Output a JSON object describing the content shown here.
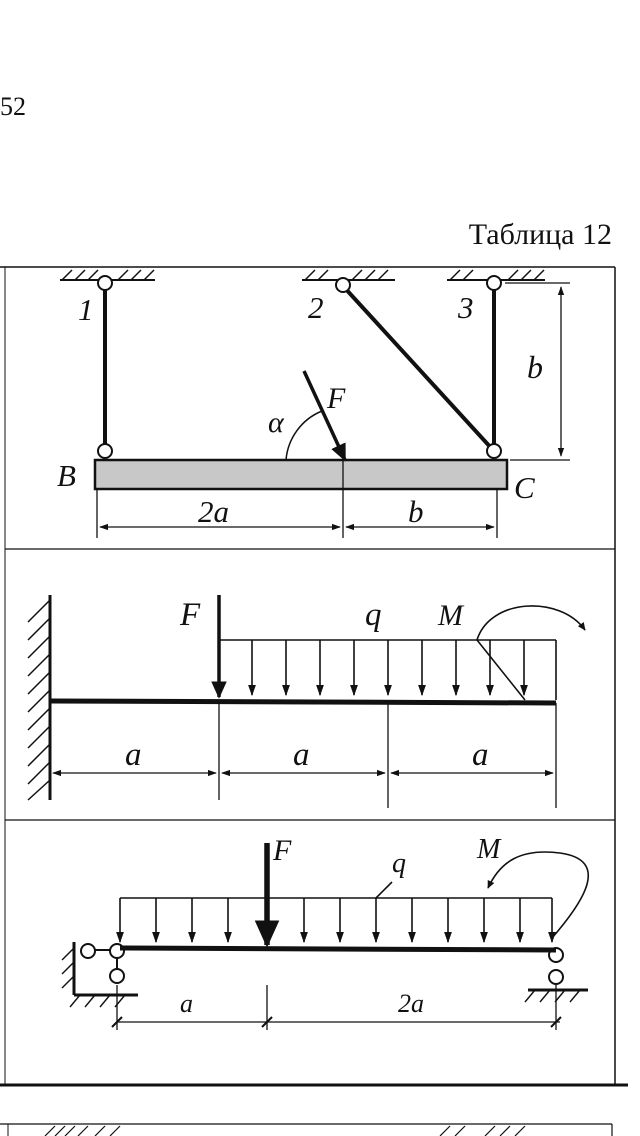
{
  "page_number": "52",
  "table_caption": "Таблица 12",
  "scheme1": {
    "rod1": "1",
    "rod2": "2",
    "rod3": "3",
    "dim_b_vertical": "b",
    "force": "F",
    "angle": "α",
    "point_left": "B",
    "point_right": "C",
    "dim_left": "2a",
    "dim_right": "b"
  },
  "scheme2": {
    "force": "F",
    "load": "q",
    "moment": "M",
    "dim1": "a",
    "dim2": "a",
    "dim3": "a"
  },
  "scheme3": {
    "force": "F",
    "load": "q",
    "moment": "M",
    "dim_left": "a",
    "dim_right": "2a"
  }
}
